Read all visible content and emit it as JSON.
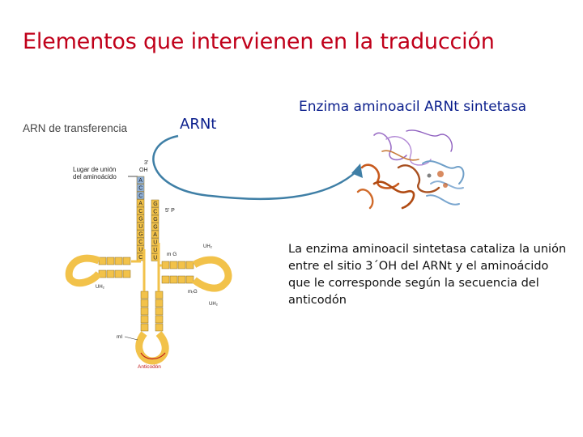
{
  "title": "Elementos que intervienen en la traducción",
  "labels": {
    "arn_transferencia": "ARN de transferencia",
    "arnt": "ARNt",
    "enzyme": "Enzima aminoacil ARNt sintetasa"
  },
  "caption": "La enzima aminoacil sintetasa cataliza la unión entre el sitio 3´OH del ARNt y el aminoácido que le corresponde según la secuencia del anticodón",
  "trna_figure": {
    "three_prime": "3'",
    "oh": "OH",
    "binding_site_line1": "Lugar de unión",
    "binding_site_line2": "del aminoácido",
    "five_prime": "5' P",
    "mg": "m G",
    "uh2": "UH₂",
    "m7g": "m₇G",
    "mi": "mI",
    "anticodon": "Anticodón",
    "acceptor_stem_3": [
      "A",
      "C",
      "C",
      "A",
      "C",
      "G",
      "U",
      "G",
      "C",
      "U",
      "C"
    ],
    "acceptor_stem_5": [
      "G",
      "C",
      "G",
      "G",
      "A",
      "U",
      "U",
      "U"
    ]
  },
  "colors": {
    "title": "#c0001a",
    "arnt_labels": "#0a1e8c",
    "arrow": "#3f7fa6",
    "trna_nucleotide": "#f2c24a",
    "trna_special": "#8fb0d8"
  }
}
